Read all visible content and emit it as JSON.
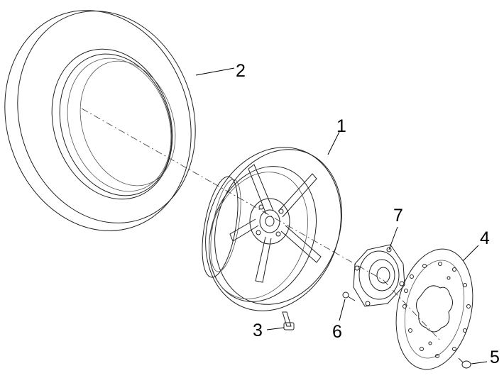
{
  "diagram": {
    "callouts": [
      {
        "id": "tyre",
        "label": "2"
      },
      {
        "id": "rim",
        "label": "1"
      },
      {
        "id": "hub-flange",
        "label": "7"
      },
      {
        "id": "brake-disc",
        "label": "4"
      },
      {
        "id": "valve",
        "label": "3"
      },
      {
        "id": "bolt",
        "label": "6"
      },
      {
        "id": "disc-screw",
        "label": "5"
      }
    ],
    "colors": {
      "line": "#222222",
      "background": "#ffffff"
    }
  }
}
